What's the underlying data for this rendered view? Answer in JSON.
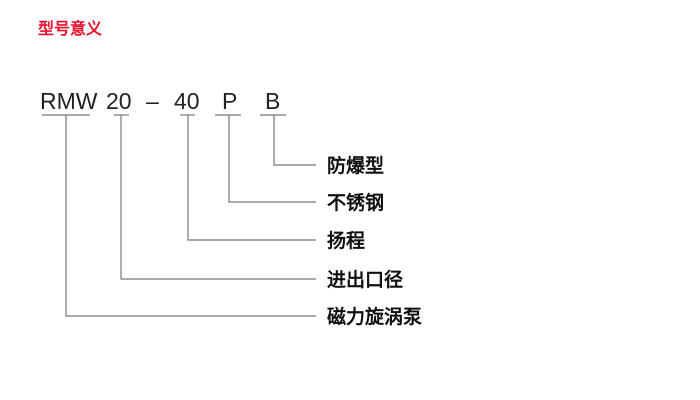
{
  "title": "型号意义",
  "model_code": {
    "parts": [
      "RMW",
      "20",
      "–",
      "40",
      "P",
      "B"
    ]
  },
  "meanings": [
    {
      "code": "B",
      "label": "防爆型"
    },
    {
      "code": "P",
      "label": "不锈钢"
    },
    {
      "code": "40",
      "label": "扬程"
    },
    {
      "code": "20",
      "label": "进出口径"
    },
    {
      "code": "RMW",
      "label": "磁力旋涡泵"
    }
  ],
  "colors": {
    "title": "#e8102a",
    "lines": "#777777",
    "text": "#222222"
  }
}
